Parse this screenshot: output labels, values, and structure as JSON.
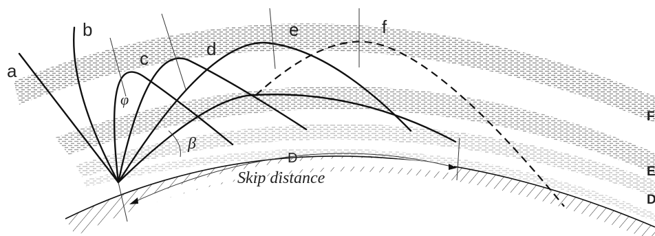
{
  "diagram": {
    "ray_labels": [
      "a",
      "b",
      "c",
      "d",
      "e",
      "f"
    ],
    "angle_elevation": "β",
    "angle_incidence": "φ",
    "distance_letter": "D",
    "skip_distance": "Skip distance",
    "layers": {
      "F": "F",
      "E": "E",
      "D": "D"
    }
  }
}
